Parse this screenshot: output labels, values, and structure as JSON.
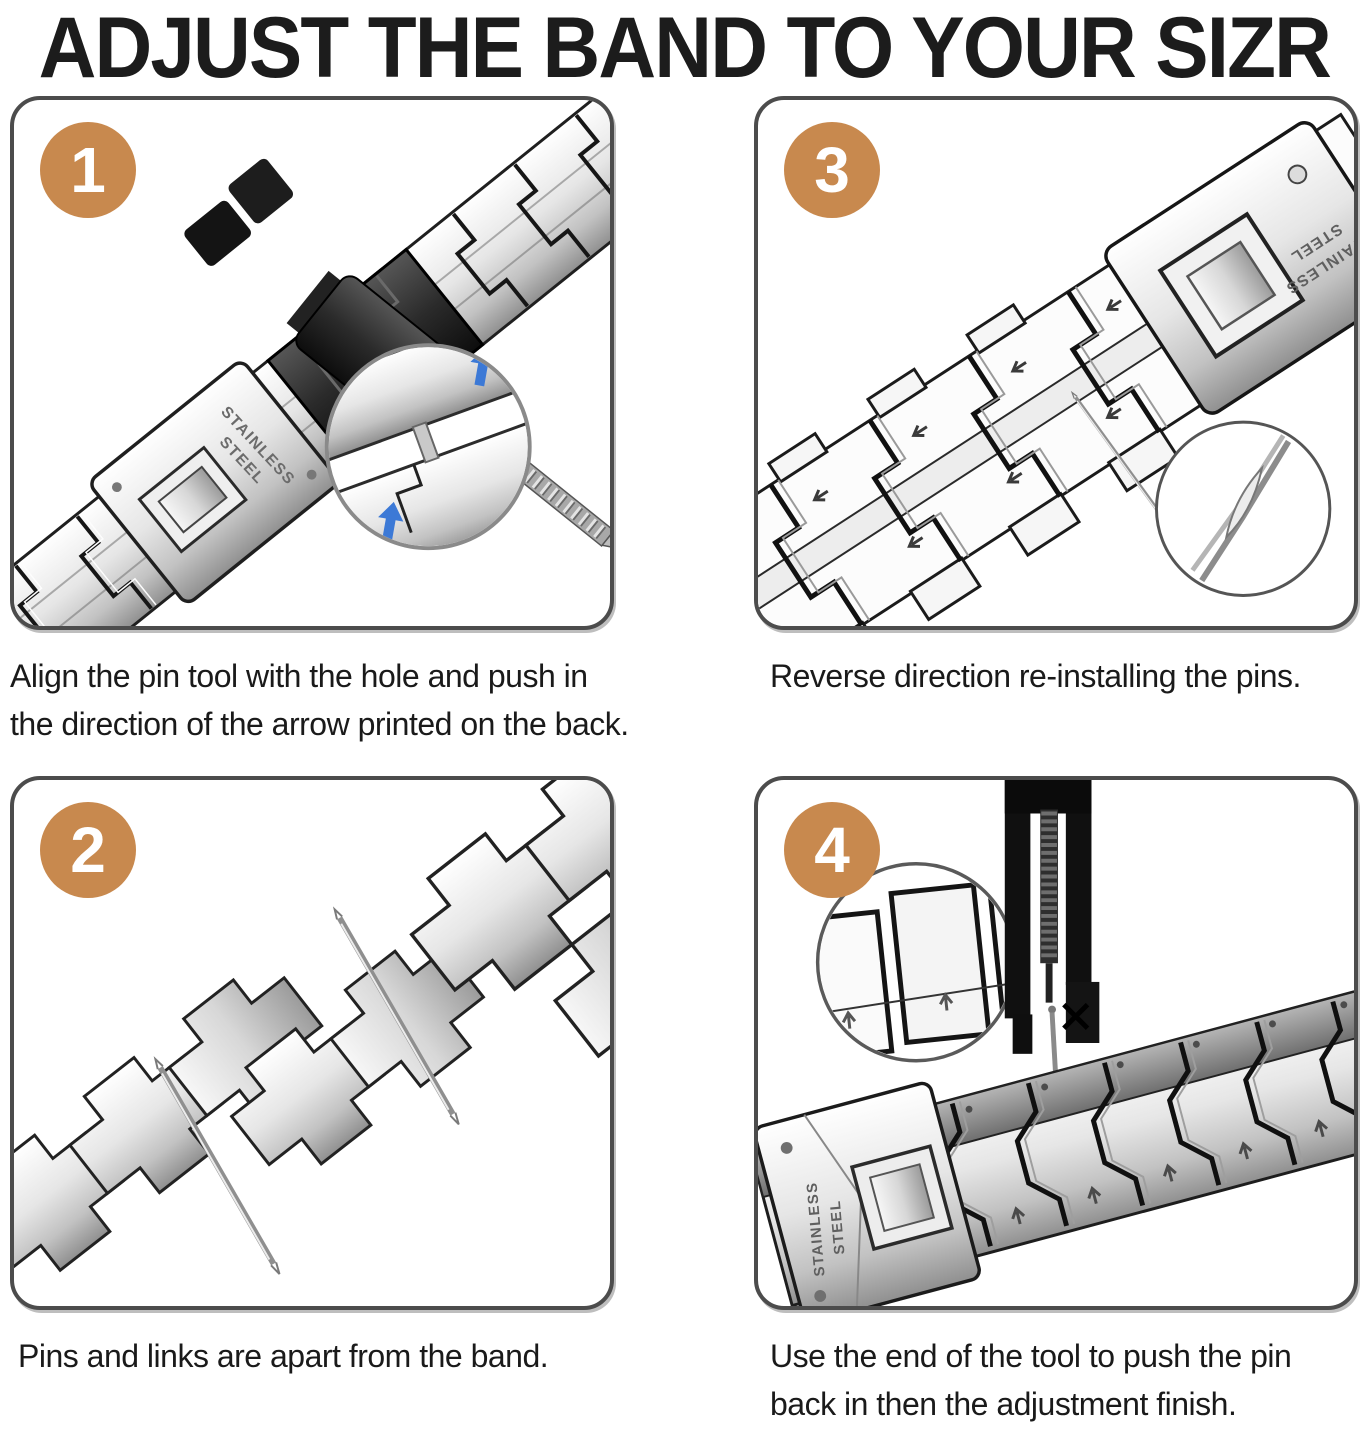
{
  "title": "ADJUST THE BAND TO YOUR SIZR",
  "colors": {
    "accent": "#C8894E",
    "panel_border": "#4c4c4c",
    "arrow_blue": "#3C79D6"
  },
  "panels": {
    "p1": {
      "number": "1",
      "caption_lines": [
        "Align the pin tool with the hole and push in",
        "the direction of the arrow printed on the back."
      ]
    },
    "p3": {
      "number": "3",
      "caption_lines": [
        "Reverse direction re-installing the pins."
      ]
    },
    "p2": {
      "number": "2",
      "caption_lines": [
        "Pins and links are apart from the band."
      ]
    },
    "p4": {
      "number": "4",
      "caption_lines": [
        "Use the end of the tool to push the pin",
        "back in then the adjustment finish."
      ]
    }
  },
  "engraving": {
    "line1": "STAINLESS",
    "line2": "STEEL"
  }
}
